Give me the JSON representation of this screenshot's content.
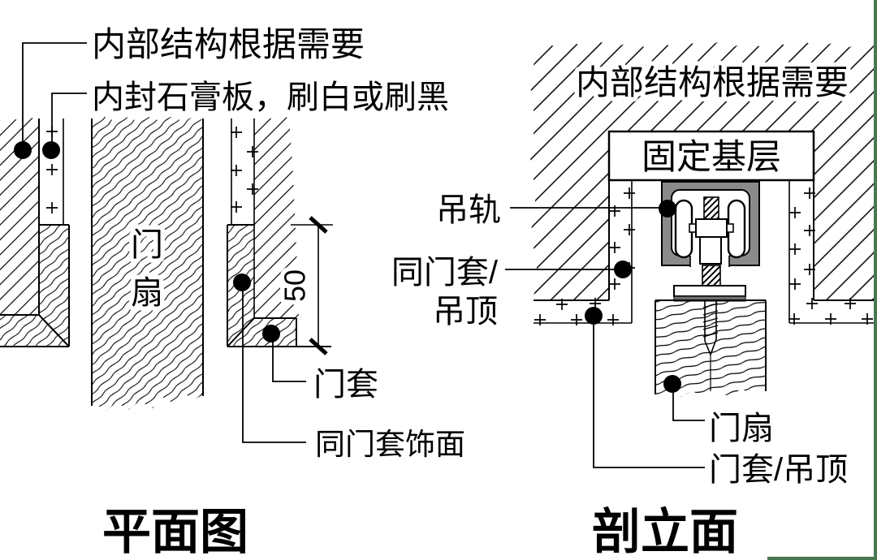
{
  "figure": {
    "type": "architectural-detail-drawing",
    "views": {
      "plan": {
        "title": "平面图",
        "annotations": {
          "internal_structure": "内部结构根据需要",
          "gypsum_board": "内封石膏板，刷白或刷黑",
          "door_leaf": "门扇",
          "door_casing": "门套",
          "casing_finish": "同门套饰面"
        },
        "dimension": "50"
      },
      "elevation": {
        "title": "剖立面",
        "annotations": {
          "internal_structure": "内部结构根据需要",
          "fixed_base_layer": "固定基层",
          "hanging_track": "吊轨",
          "same_as_casing_slash": "同门套/",
          "ceiling": "吊顶",
          "door_leaf": "门扇",
          "casing_or_ceiling": "门套/吊顶"
        }
      }
    },
    "colors": {
      "line": "#000000",
      "track_gray": "#8a8a8a",
      "plate_gray": "#6f6f6f",
      "edge_green": "#47784f",
      "background": "#ffffff"
    }
  }
}
